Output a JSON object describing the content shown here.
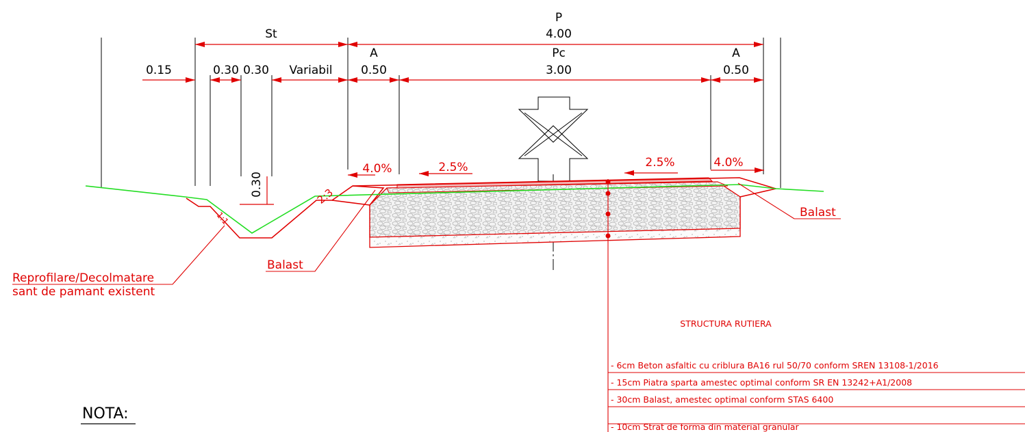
{
  "dimensions": {
    "p_label": "P",
    "p_value": "4.00",
    "st_label": "St",
    "a_left_label": "A",
    "a_right_label": "A",
    "pc_label": "Pc",
    "left_berm": "0.15",
    "ditch_left": "0.30",
    "ditch_right": "0.30",
    "variable": "Variabil",
    "a_left_value": "0.50",
    "pc_value": "3.00",
    "a_right_value": "0.50",
    "ditch_depth": "0.30"
  },
  "slopes": {
    "left_shoulder": "4.0%",
    "left_lane": "2.5%",
    "right_lane": "2.5%",
    "right_shoulder": "4.0%",
    "embankment": "2:3",
    "ditch_slope": "1:1"
  },
  "labels": {
    "balast_left": "Balast",
    "balast_right": "Balast",
    "ditch_line1": "Reprofilare/Decolmatare",
    "ditch_line2": "sant de pamant existent",
    "structure_title": "STRUCTURA RUTIERA",
    "nota": "NOTA:"
  },
  "layers": [
    "- 6cm Beton asfaltic cu criblura BA16 rul 50/70 conform SREN 13108-1/2016",
    "- 15cm Piatra sparta amestec optimal conform SR EN 13242+A1/2008",
    "- 30cm Balast, amestec optimal conform STAS 6400",
    "- 10cm Strat de forma din material granular"
  ],
  "colors": {
    "structure": "#e00000",
    "terrain": "#22dd22",
    "dimension": "#000000"
  }
}
